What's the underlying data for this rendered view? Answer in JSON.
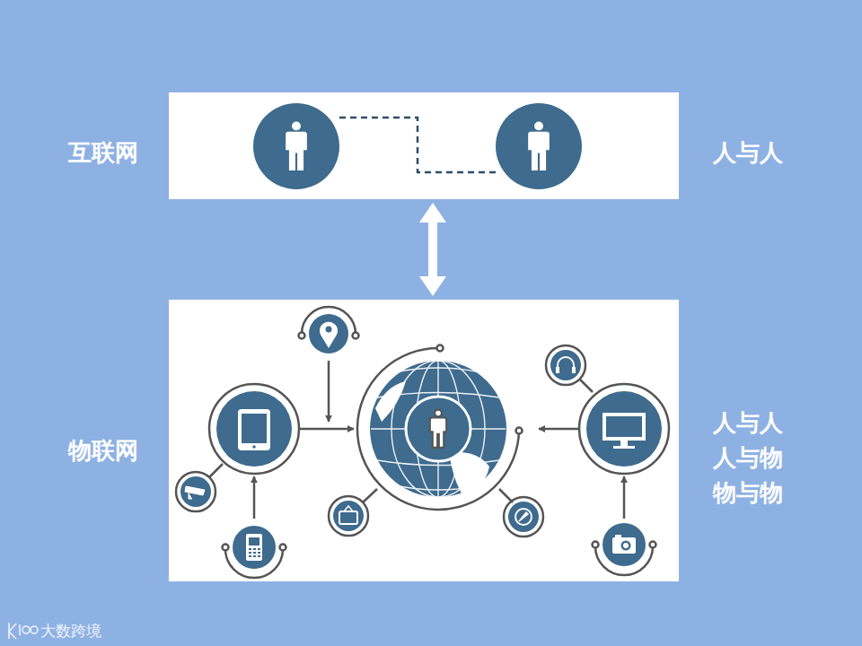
{
  "diagram": {
    "nodes": [
      {
        "text": [
          "互联网",
          "人与人"
        ]
      },
      {
        "text": [
          "物联网",
          "人与人 人与物 物与物"
        ]
      }
    ],
    "edges": [
      {
        "from": 0,
        "to": 1,
        "arrow": "both"
      }
    ],
    "labels": [
      "大数跨境"
    ]
  }
}
